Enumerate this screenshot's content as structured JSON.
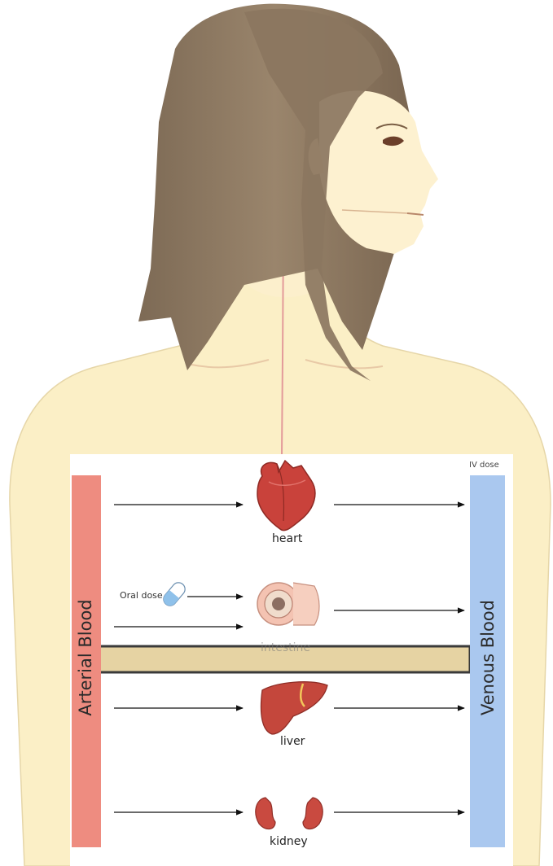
{
  "diagram": {
    "arterial_label": "Arterial Blood",
    "venous_label": "Venous Blood",
    "iv_label": "IV dose",
    "oral_label": "Oral dose",
    "organs": {
      "heart": "heart",
      "intestine": "intestine",
      "liver": "liver",
      "kidney": "kidney"
    },
    "colors": {
      "arterial": "#ee8c80",
      "venous": "#aac8ef",
      "skin": "#fbefc6",
      "hair": "#8f7b64",
      "highlight_box": "#3a3a3a"
    }
  }
}
